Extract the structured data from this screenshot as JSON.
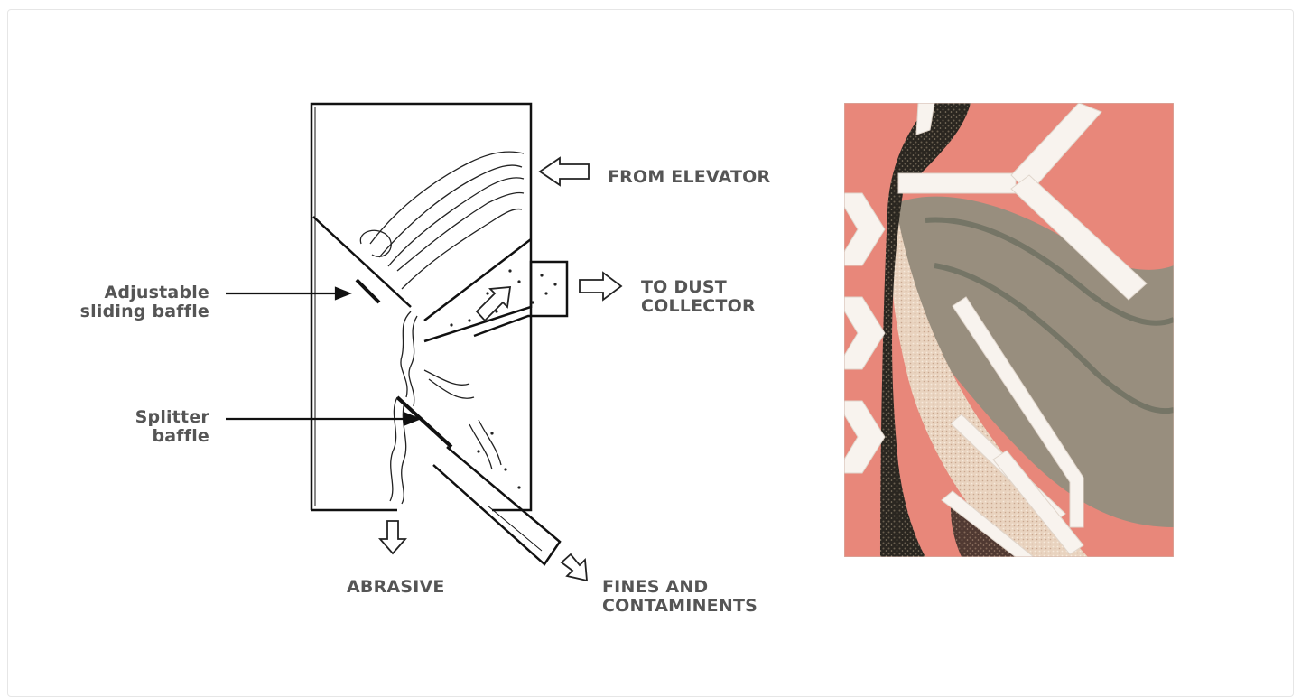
{
  "diagram": {
    "labels": {
      "from_elevator": "FROM ELEVATOR",
      "to_dust_collector": [
        "TO DUST",
        "COLLECTOR"
      ],
      "adjustable_baffle": [
        "Adjustable",
        "sliding baffle"
      ],
      "splitter_baffle": [
        "Splitter",
        "baffle"
      ],
      "abrasive": "ABRASIVE",
      "fines": [
        "FINES AND",
        "CONTAMINENTS"
      ]
    }
  },
  "colors": {
    "label_text": "#555555",
    "line": "#111111",
    "photo_background": "#e8877a",
    "photo_baffle": "#f8f3ee",
    "dark_grit": "#2a2620",
    "light_grit": "#e9d3bf",
    "dust_cloud": "#8a8f7f"
  }
}
